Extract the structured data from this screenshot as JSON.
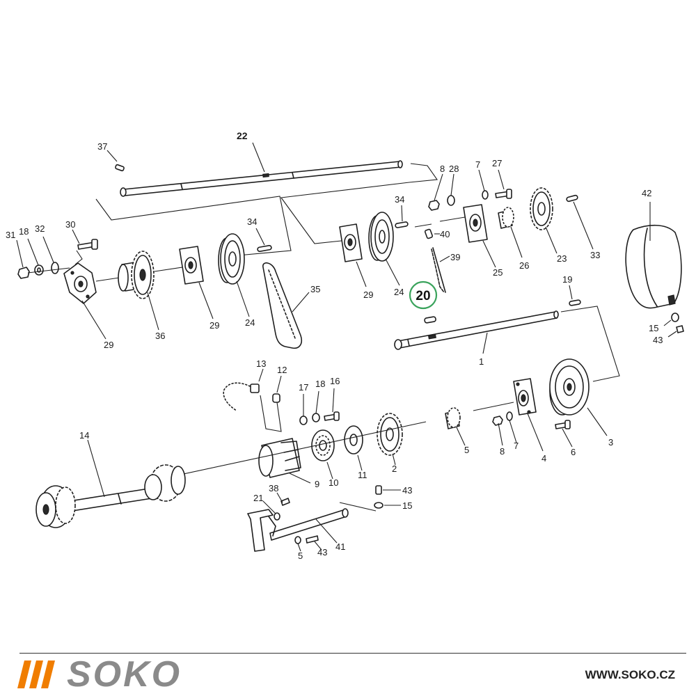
{
  "diagram": {
    "callouts": [
      {
        "id": "n37",
        "text": "37"
      },
      {
        "id": "n22",
        "text": "22"
      },
      {
        "id": "n8a",
        "text": "8"
      },
      {
        "id": "n28",
        "text": "28"
      },
      {
        "id": "n7a",
        "text": "7"
      },
      {
        "id": "n27",
        "text": "27"
      },
      {
        "id": "n42",
        "text": "42"
      },
      {
        "id": "n31",
        "text": "31"
      },
      {
        "id": "n18a",
        "text": "18"
      },
      {
        "id": "n32",
        "text": "32"
      },
      {
        "id": "n30",
        "text": "30"
      },
      {
        "id": "n34a",
        "text": "34"
      },
      {
        "id": "n34b",
        "text": "34"
      },
      {
        "id": "n40",
        "text": "40"
      },
      {
        "id": "n39",
        "text": "39"
      },
      {
        "id": "n25",
        "text": "25"
      },
      {
        "id": "n26",
        "text": "26"
      },
      {
        "id": "n23",
        "text": "23"
      },
      {
        "id": "n33",
        "text": "33"
      },
      {
        "id": "n29a",
        "text": "29"
      },
      {
        "id": "n36",
        "text": "36"
      },
      {
        "id": "n29b",
        "text": "29"
      },
      {
        "id": "n24a",
        "text": "24"
      },
      {
        "id": "n35",
        "text": "35"
      },
      {
        "id": "n29c",
        "text": "29"
      },
      {
        "id": "n24b",
        "text": "24"
      },
      {
        "id": "n19",
        "text": "19"
      },
      {
        "id": "n15a",
        "text": "15"
      },
      {
        "id": "n43a",
        "text": "43"
      },
      {
        "id": "n1",
        "text": "1"
      },
      {
        "id": "n13",
        "text": "13"
      },
      {
        "id": "n12",
        "text": "12"
      },
      {
        "id": "n17",
        "text": "17"
      },
      {
        "id": "n18b",
        "text": "18"
      },
      {
        "id": "n16",
        "text": "16"
      },
      {
        "id": "n14",
        "text": "14"
      },
      {
        "id": "n9",
        "text": "9"
      },
      {
        "id": "n10",
        "text": "10"
      },
      {
        "id": "n11",
        "text": "11"
      },
      {
        "id": "n2",
        "text": "2"
      },
      {
        "id": "n5a",
        "text": "5"
      },
      {
        "id": "n8b",
        "text": "8"
      },
      {
        "id": "n7b",
        "text": "7"
      },
      {
        "id": "n4",
        "text": "4"
      },
      {
        "id": "n6",
        "text": "6"
      },
      {
        "id": "n3",
        "text": "3"
      },
      {
        "id": "n38",
        "text": "38"
      },
      {
        "id": "n21",
        "text": "21"
      },
      {
        "id": "n43b",
        "text": "43"
      },
      {
        "id": "n15b",
        "text": "15"
      },
      {
        "id": "n5b",
        "text": "5"
      },
      {
        "id": "n43c",
        "text": "43"
      },
      {
        "id": "n41",
        "text": "41"
      }
    ],
    "highlighted": {
      "text": "20",
      "ring_color": "#3aa35c"
    }
  },
  "footer": {
    "brand": "SOKO",
    "brand_color": "#8a8a8a",
    "bar_color": "#f07d00",
    "url": "WWW.SOKO.CZ",
    "url_color": "#222222"
  }
}
